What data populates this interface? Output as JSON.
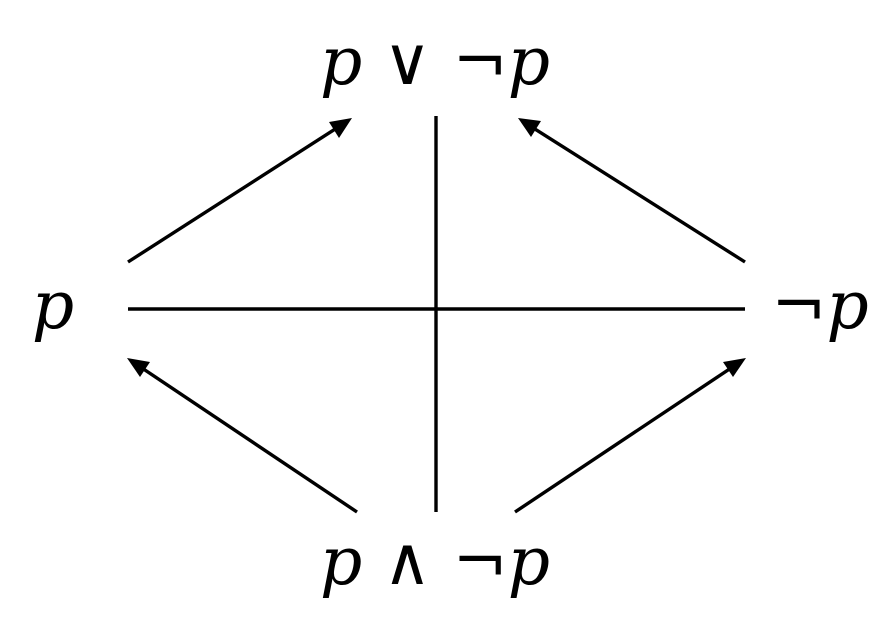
{
  "diagram": {
    "nodes": {
      "top": "p ∨ ¬p",
      "left": "p",
      "right": "¬p",
      "bottom": "p ∧ ¬p"
    },
    "edges": [
      {
        "from": "left",
        "to": "top",
        "directed": true
      },
      {
        "from": "right",
        "to": "top",
        "directed": true
      },
      {
        "from": "bottom",
        "to": "left",
        "directed": true
      },
      {
        "from": "bottom",
        "to": "right",
        "directed": true
      },
      {
        "from": "top",
        "to": "bottom",
        "directed": false
      },
      {
        "from": "left",
        "to": "right",
        "directed": false
      }
    ],
    "colors": {
      "stroke": "#000000",
      "background": "#ffffff"
    }
  }
}
